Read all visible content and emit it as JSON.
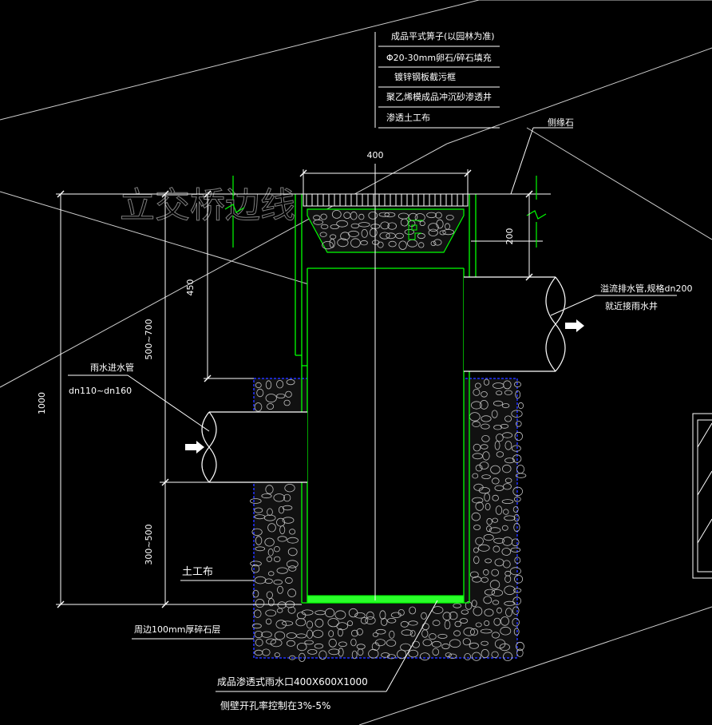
{
  "watermark": "立交桥边线",
  "legend_items": [
    "成品平式箅子(以园林为准)",
    "Φ20-30mm卵石/碎石填充",
    "镀锌钢板截污框",
    "聚乙烯模成品冲沉砂渗透井",
    "渗透土工布"
  ],
  "dimensions": {
    "top_width": "400",
    "total_height": "1000",
    "upper_segment": "500~700",
    "lower_segment": "300~500",
    "inner_450": "450",
    "right_200": "200"
  },
  "labels": {
    "curb_stone": "侧缘石",
    "overflow_pipe": "溢流排水管,规格dn200",
    "overflow_pipe_sub": "就近接雨水井",
    "inlet_pipe": "雨水进水管",
    "inlet_pipe_size": "dn110~dn160",
    "geotextile": "土工布",
    "gravel_layer": "周边100mm厚碎石层",
    "product": "成品渗透式雨水口400X600X1000",
    "side_opening": "侧壁开孔率控制在3%-5%"
  },
  "colors": {
    "background": "#000000",
    "lines": "#ffffff",
    "structure": "#00ff00",
    "fill_border": "#2233ff",
    "gravel": "#bfbfbf",
    "watermark": "#7f7f7f"
  }
}
